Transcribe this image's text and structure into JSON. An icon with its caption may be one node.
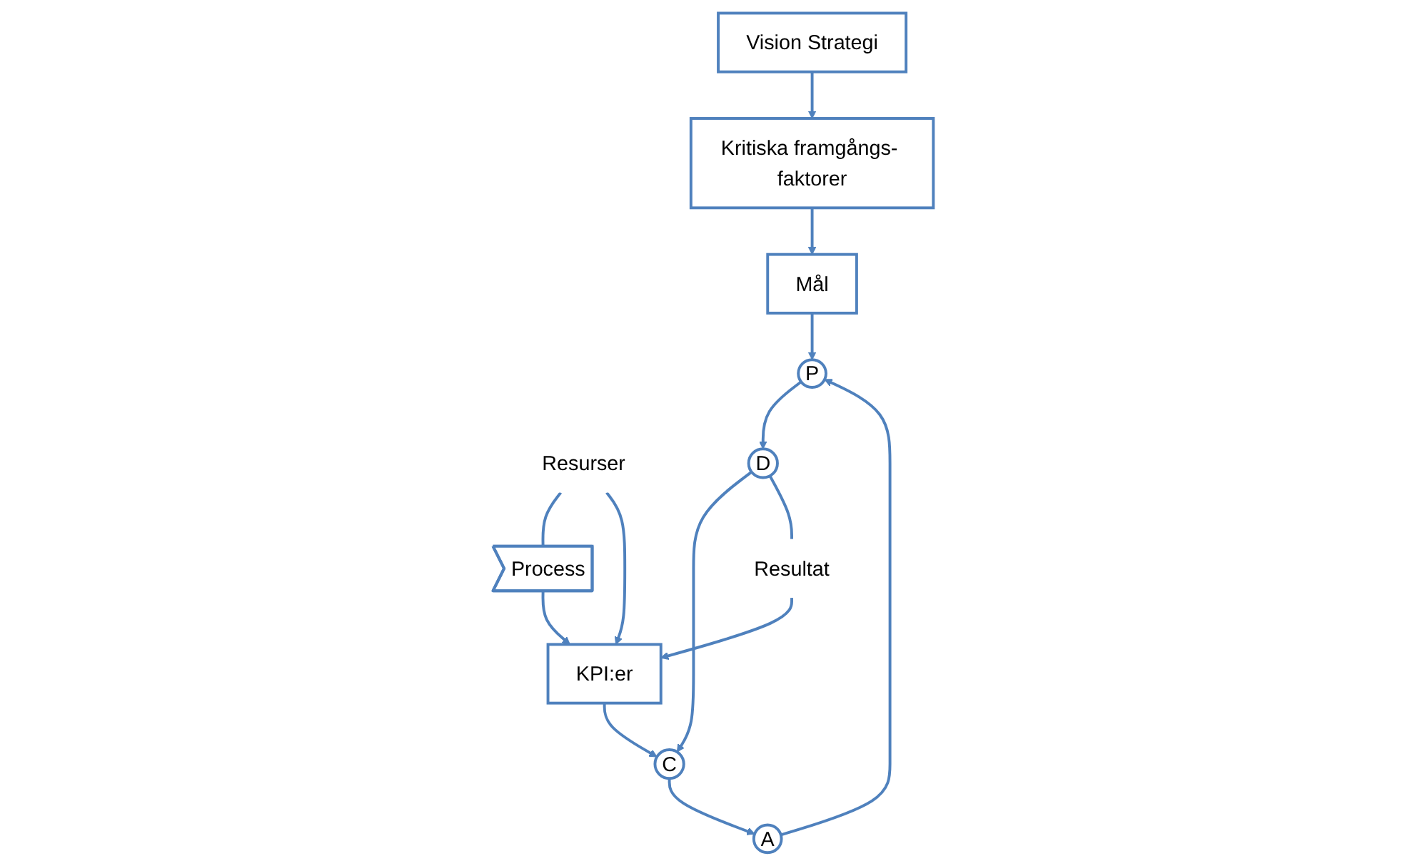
{
  "diagram": {
    "nodes": [
      {
        "text": [
          "Vision Strategi"
        ]
      },
      {
        "text": [
          "Kritiska framgångs- faktorer"
        ]
      },
      {
        "text": [
          "Mål"
        ]
      },
      {
        "text": [
          "Process"
        ]
      },
      {
        "text": [
          "Resurser"
        ]
      },
      {
        "text": [
          "Resultat"
        ]
      },
      {
        "text": [
          "A"
        ]
      },
      {
        "text": [
          "P"
        ]
      },
      {
        "text": [
          "D"
        ]
      },
      {
        "text": [
          "C"
        ]
      },
      {
        "text": [
          "KPI:er"
        ]
      }
    ],
    "edges": [
      {
        "from": 0,
        "to": 1,
        "arrow": "to"
      },
      {
        "from": 1,
        "to": 2,
        "arrow": "to"
      },
      {
        "from": 2,
        "to": 7,
        "arrow": "to"
      },
      {
        "from": 6,
        "to": 7,
        "arrow": "to"
      },
      {
        "from": 7,
        "to": 8,
        "arrow": "to"
      },
      {
        "from": 8,
        "to": 9,
        "arrow": "to"
      },
      {
        "from": 9,
        "to": 6,
        "arrow": "to"
      },
      {
        "from": 4,
        "to": 3,
        "arrow": "none"
      },
      {
        "from": 8,
        "to": 5,
        "arrow": "none"
      },
      {
        "from": 4,
        "to": 10,
        "arrow": "to"
      },
      {
        "from": 3,
        "to": 10,
        "arrow": "to"
      },
      {
        "from": 5,
        "to": 10,
        "arrow": "to"
      },
      {
        "from": 10,
        "to": 9,
        "arrow": "to"
      }
    ]
  }
}
